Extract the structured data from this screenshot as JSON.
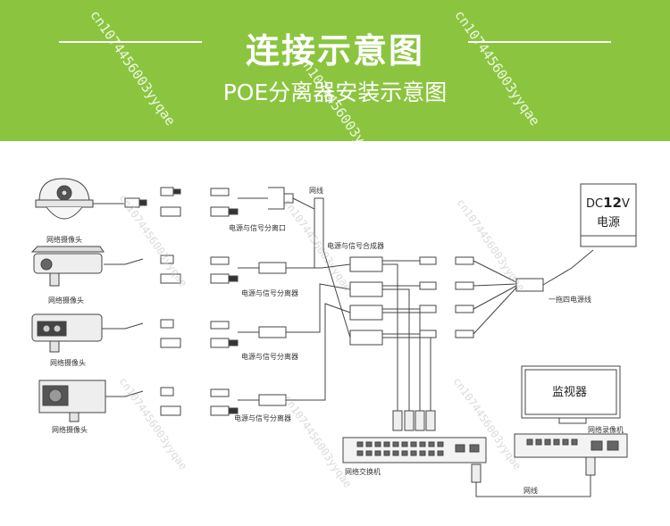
{
  "header": {
    "title": "连接示意图",
    "subtitle": "POE分离器安装示意图"
  },
  "watermark": "cn1074456003yyqae",
  "labels": {
    "network_cable_top": "网线",
    "network_cable_bottom": "网线",
    "camera_1": "网络摄像头",
    "camera_2": "网络摄像头",
    "camera_3": "网络摄像头",
    "camera_4": "网络摄像头",
    "splitter_1": "电源与信号分离口",
    "splitter_2": "电源与信号分离器",
    "splitter_3": "电源与信号分离器",
    "splitter_4": "电源与信号分离器",
    "combiner": "电源与信号合成器",
    "power_cable": "一拖四电源线",
    "psu_dc": "DC",
    "psu_num": "12",
    "psu_v": "V",
    "psu_text": "电源",
    "monitor": "监视器",
    "switch": "网络交换机",
    "nvr": "网络录像机"
  },
  "colors": {
    "banner": "#8bc53f",
    "line": "#444444"
  }
}
